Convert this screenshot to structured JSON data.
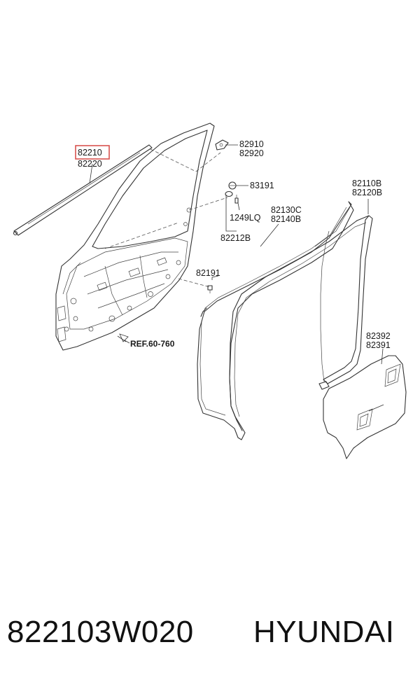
{
  "labels": {
    "l82210": "82210",
    "l82220": "82220",
    "l82910": "82910",
    "l82920": "82920",
    "l83191": "83191",
    "l82130c": "82130C",
    "l82140b": "82140B",
    "l1249lq": "1249LQ",
    "l82212b": "82212B",
    "l82191": "82191",
    "l82110b": "82110B",
    "l82120b": "82120B",
    "l82392": "82392",
    "l82391": "82391",
    "ref": "REF.60-760"
  },
  "highlight_color": "#d9534f",
  "footer": {
    "part_number": "822103W020",
    "brand": "HYUNDAI"
  }
}
